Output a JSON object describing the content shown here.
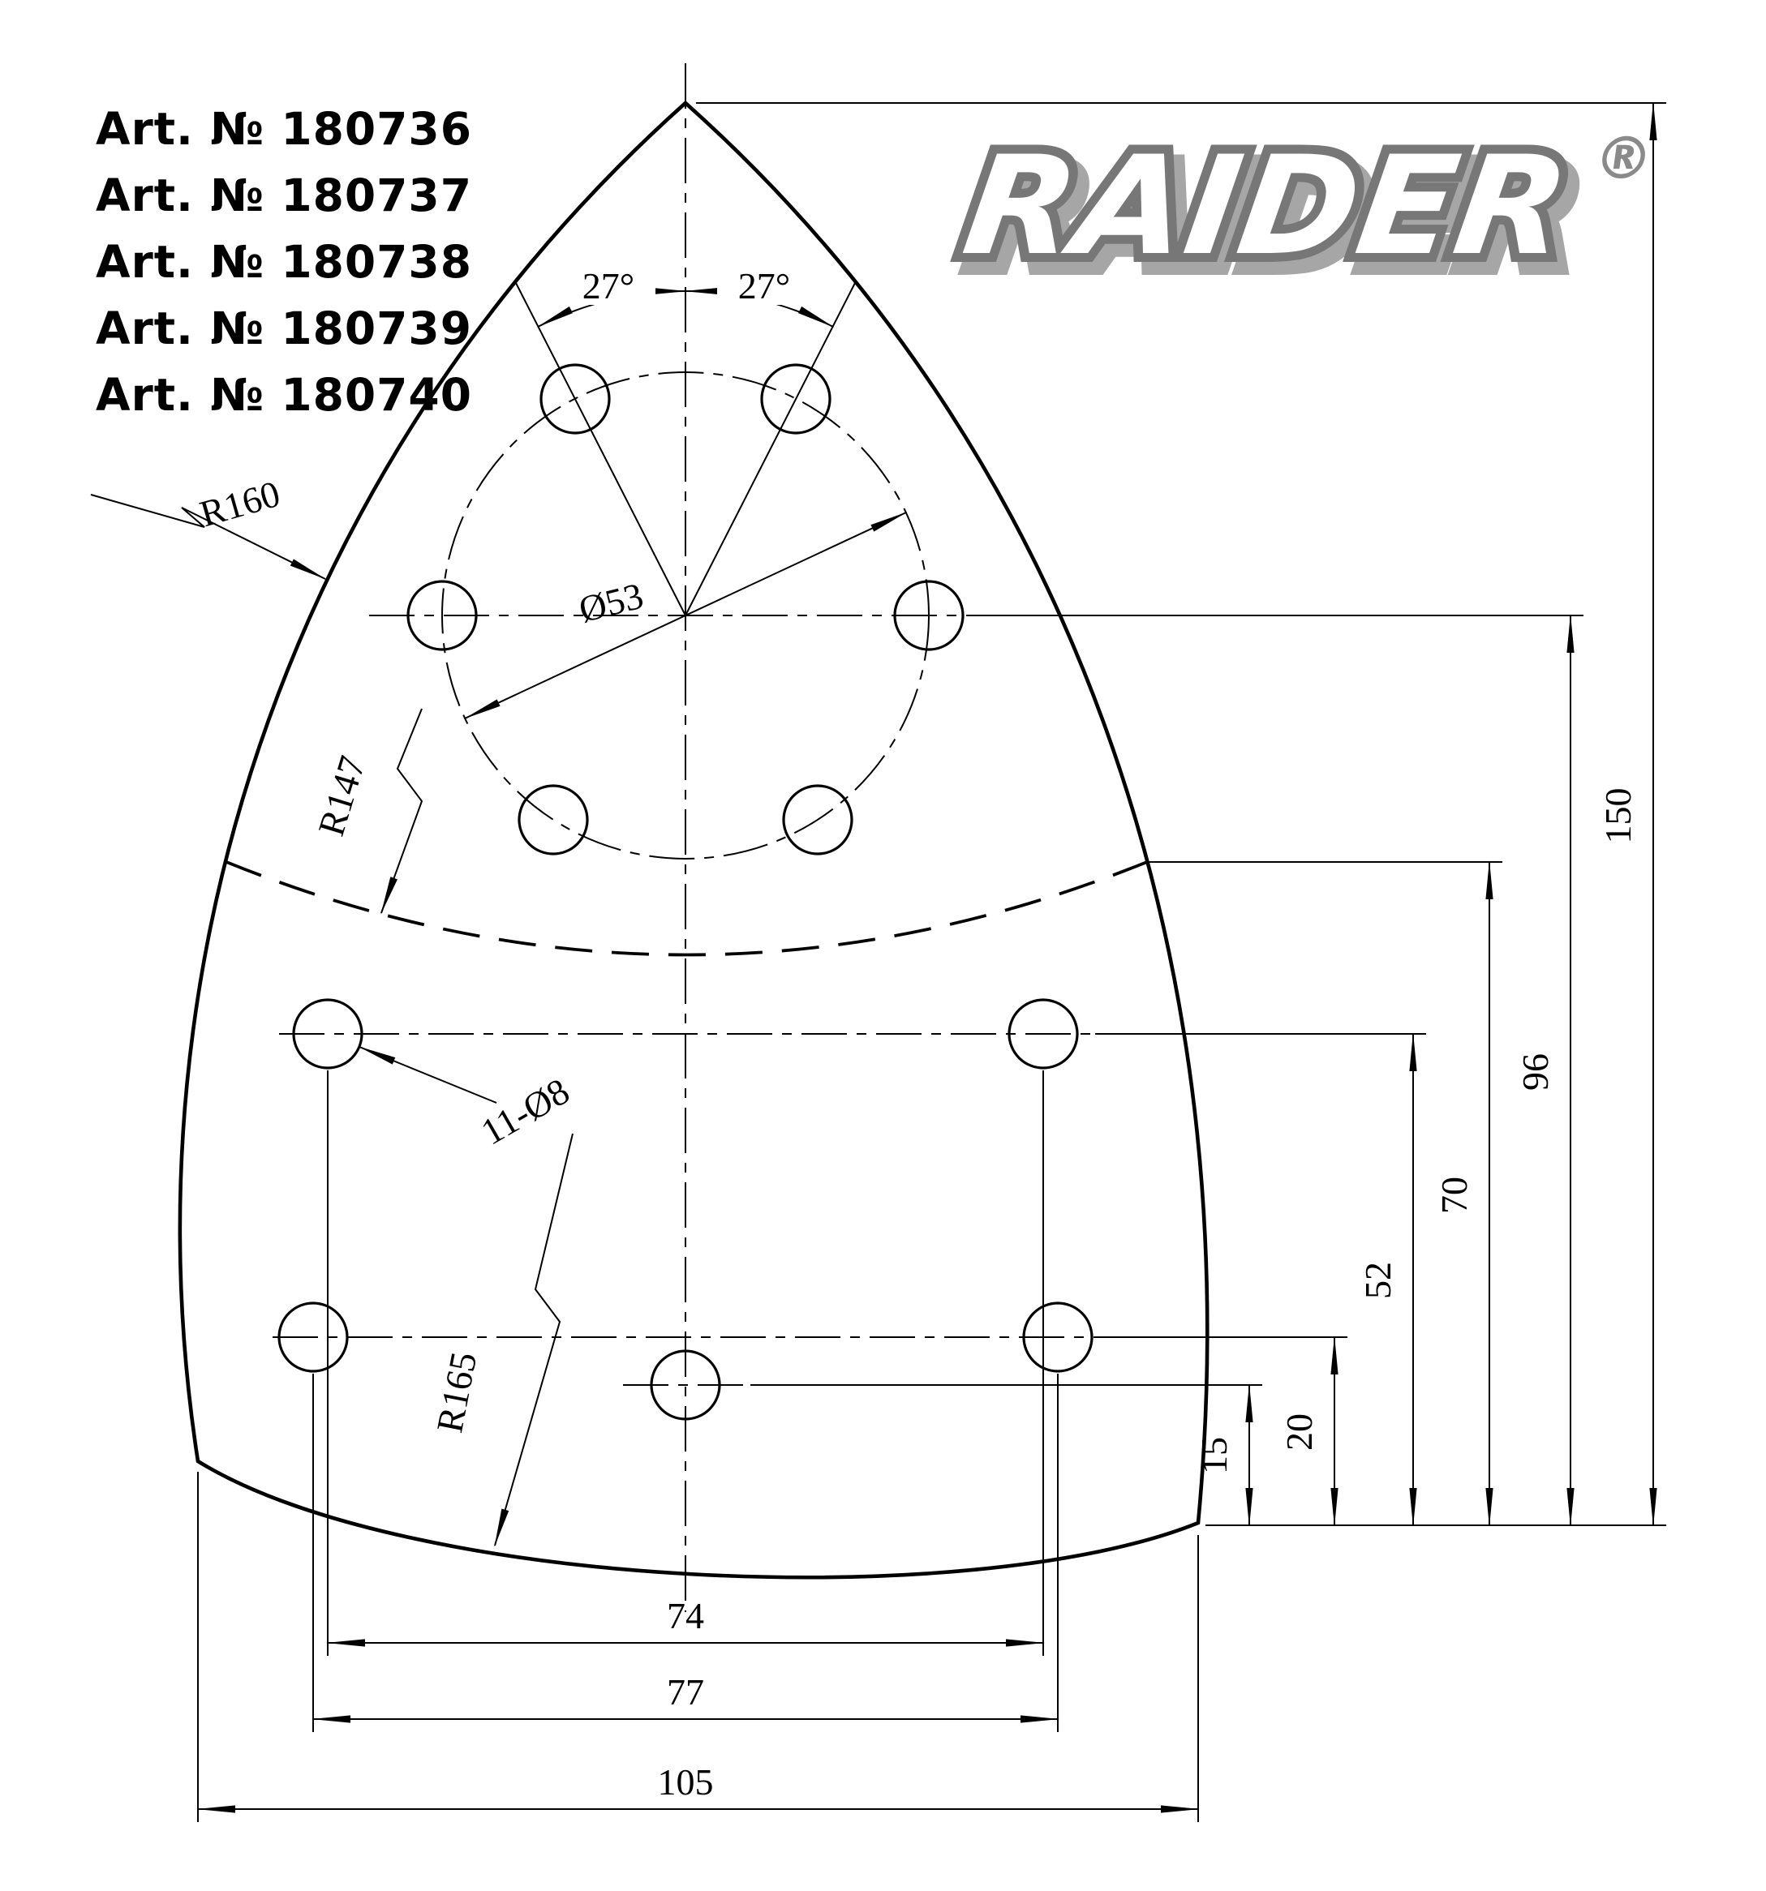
{
  "articles": {
    "items": [
      "Art. № 180736",
      "Art. № 180737",
      "Art. № 180738",
      "Art. № 180739",
      "Art. № 180740"
    ]
  },
  "brand": {
    "name": "RAIDER",
    "reg": "®"
  },
  "dims": {
    "angle_left": "27°",
    "angle_right": "27°",
    "bolt_circle": "Ø53",
    "r_side": "R160",
    "r_fold": "R147",
    "r_bottom": "R165",
    "holes": "11-Ø8",
    "v15": "15",
    "v20": "20",
    "v52": "52",
    "v70": "70",
    "v96": "96",
    "v150": "150",
    "h74": "74",
    "h77": "77",
    "h105": "105"
  },
  "colors": {
    "line": "#000000",
    "background": "#ffffff",
    "logo_fill": "#ffffff",
    "logo_outline": "#777777",
    "logo_shadow": "#a6a6a6"
  }
}
